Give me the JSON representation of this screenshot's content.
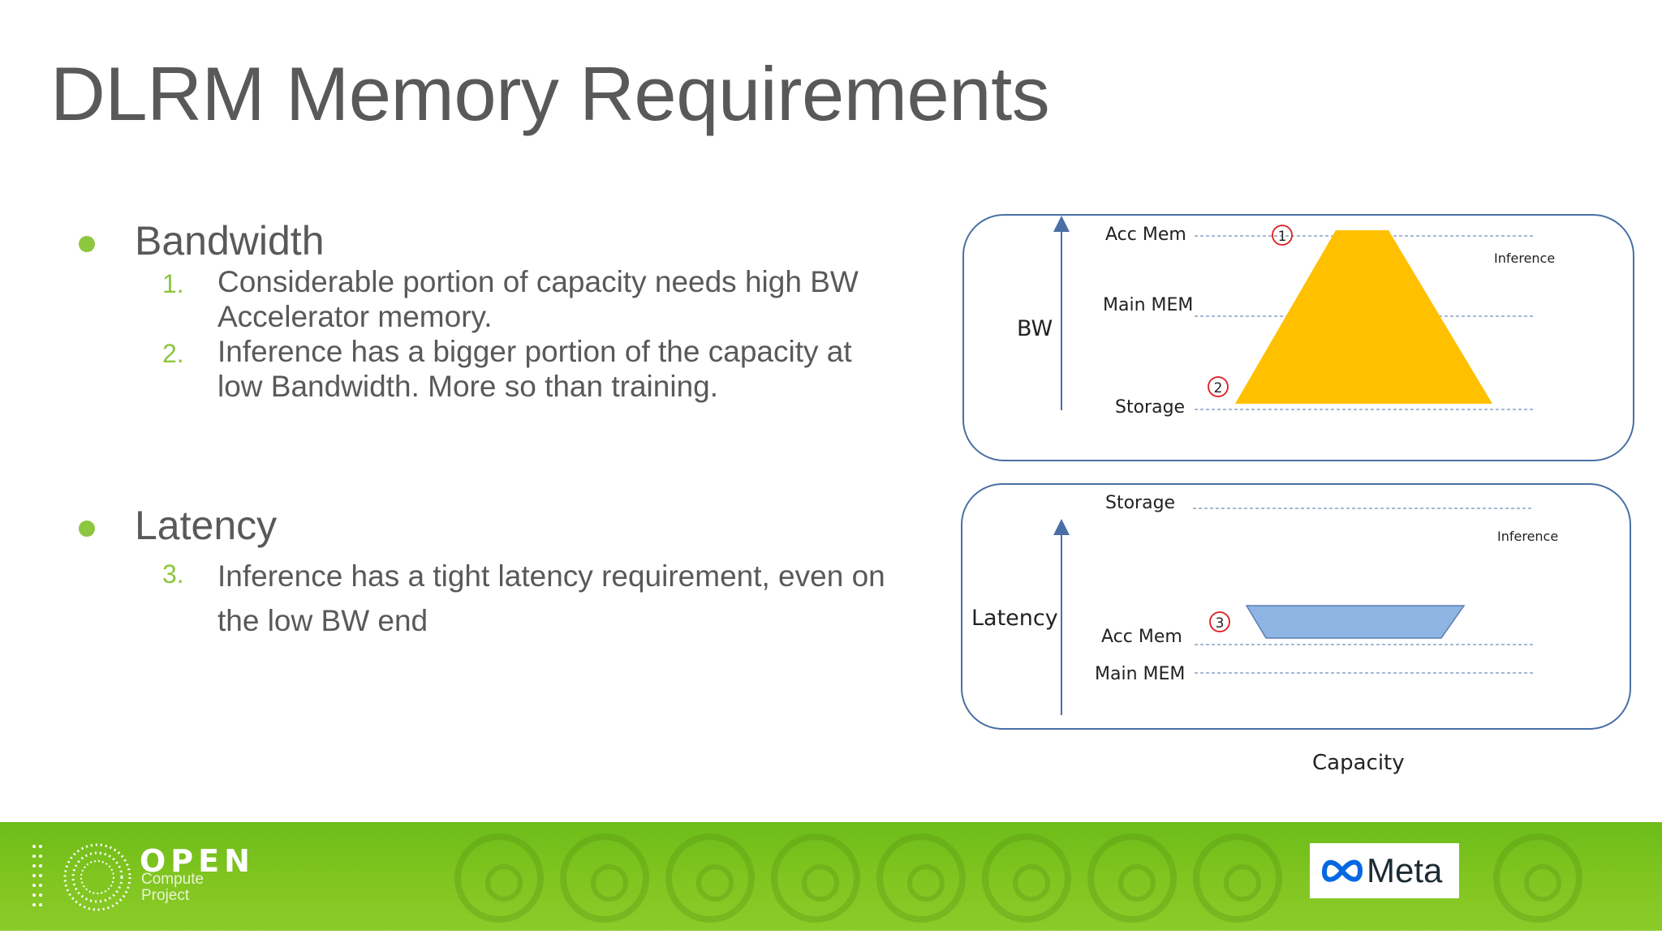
{
  "title": "DLRM Memory Requirements",
  "bullets": [
    {
      "heading": "Bandwidth",
      "items": [
        {
          "num": "1.",
          "lines": [
            "Considerable portion of capacity needs high BW",
            "Accelerator memory."
          ]
        },
        {
          "num": "2.",
          "lines": [
            "Inference has a bigger portion of the capacity at",
            "low Bandwidth. More so than training."
          ]
        }
      ]
    },
    {
      "heading": "Latency",
      "items": [
        {
          "num": "3.",
          "lines": [
            "Inference has a tight latency requirement, even on",
            "the low BW end"
          ]
        }
      ]
    }
  ],
  "diagram": {
    "bw_panel": {
      "axis_label": "BW",
      "levels": [
        "Acc Mem",
        "Main MEM",
        "Storage"
      ],
      "series_label": "Inference",
      "markers": [
        "1",
        "2"
      ],
      "shape_color": "#ffc000"
    },
    "latency_panel": {
      "axis_label": "Latency",
      "levels": [
        "Storage",
        "Acc Mem",
        "Main MEM"
      ],
      "series_label": "Inference",
      "markers": [
        "3"
      ],
      "shape_color": "#8eb4e3"
    },
    "x_axis_label": "Capacity",
    "panel_border_color": "#4a6fa5",
    "marker_color": "#e0191f"
  },
  "footer": {
    "logo_word": "OPEN",
    "logo_sub_1": "Compute",
    "logo_sub_2": "Project",
    "partner_logo": "Meta",
    "bar_color": "#7fc41f"
  }
}
